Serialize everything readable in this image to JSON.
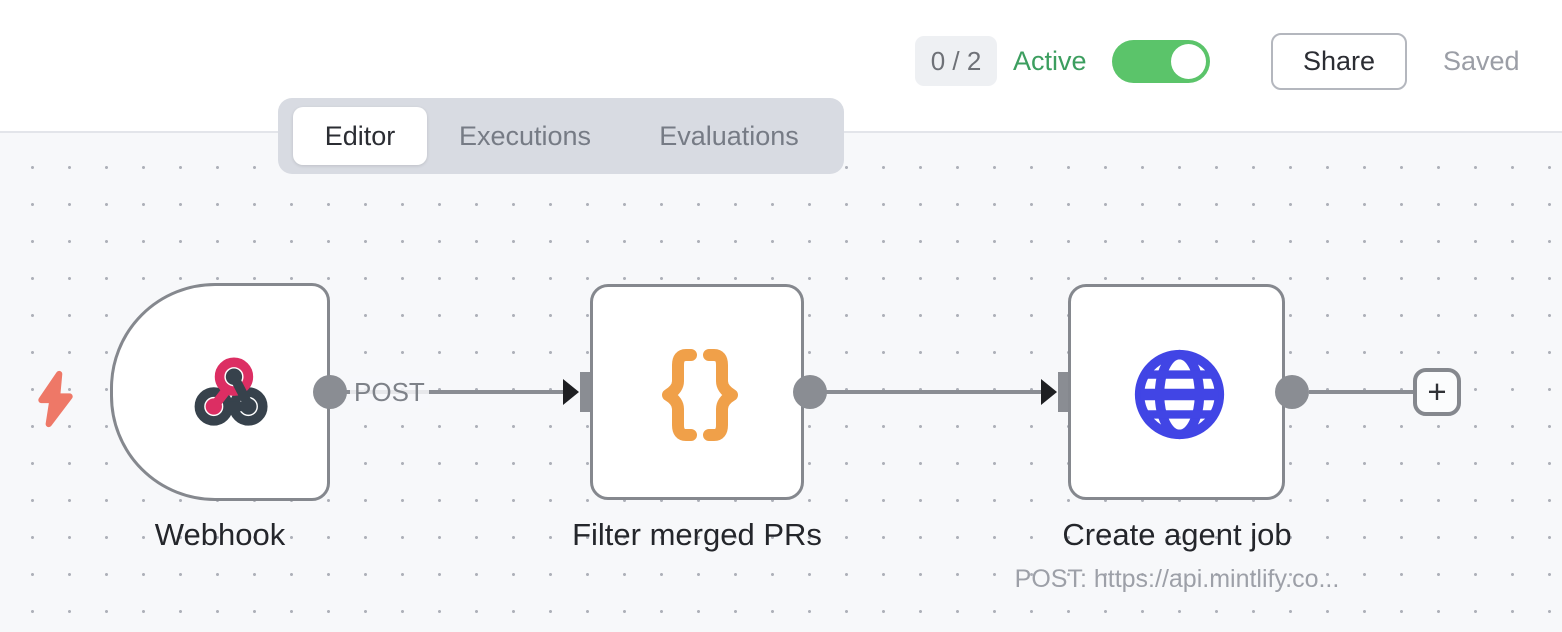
{
  "header": {
    "issues_badge": "0 / 2",
    "active_label": "Active",
    "toggle_state": "on",
    "share_button": "Share",
    "saved_status": "Saved"
  },
  "tabs": {
    "editor": "Editor",
    "executions": "Executions",
    "evaluations": "Evaluations",
    "active_tab": "Editor"
  },
  "workflow": {
    "nodes": [
      {
        "name": "Webhook",
        "icon": "webhook-icon",
        "shape": "trigger-d-shape",
        "output_label": "POST"
      },
      {
        "name": "Filter merged PRs",
        "icon": "code-braces-icon",
        "shape": "square"
      },
      {
        "name": "Create agent job",
        "icon": "globe-icon",
        "shape": "square",
        "subtitle": "POST: https://api.mintlify.co..."
      }
    ],
    "add_node_label": "+"
  },
  "colors": {
    "active_green": "#3c9e5f",
    "toggle_green": "#5bc46a",
    "webhook_pink": "#dc2e63",
    "webhook_dark": "#37424c",
    "code_orange": "#f0a049",
    "http_blue": "#4145e5",
    "trigger_bolt_coral": "#ee7867",
    "connector_gray": "#8a8d93",
    "canvas_bg": "#f7f8fa"
  }
}
